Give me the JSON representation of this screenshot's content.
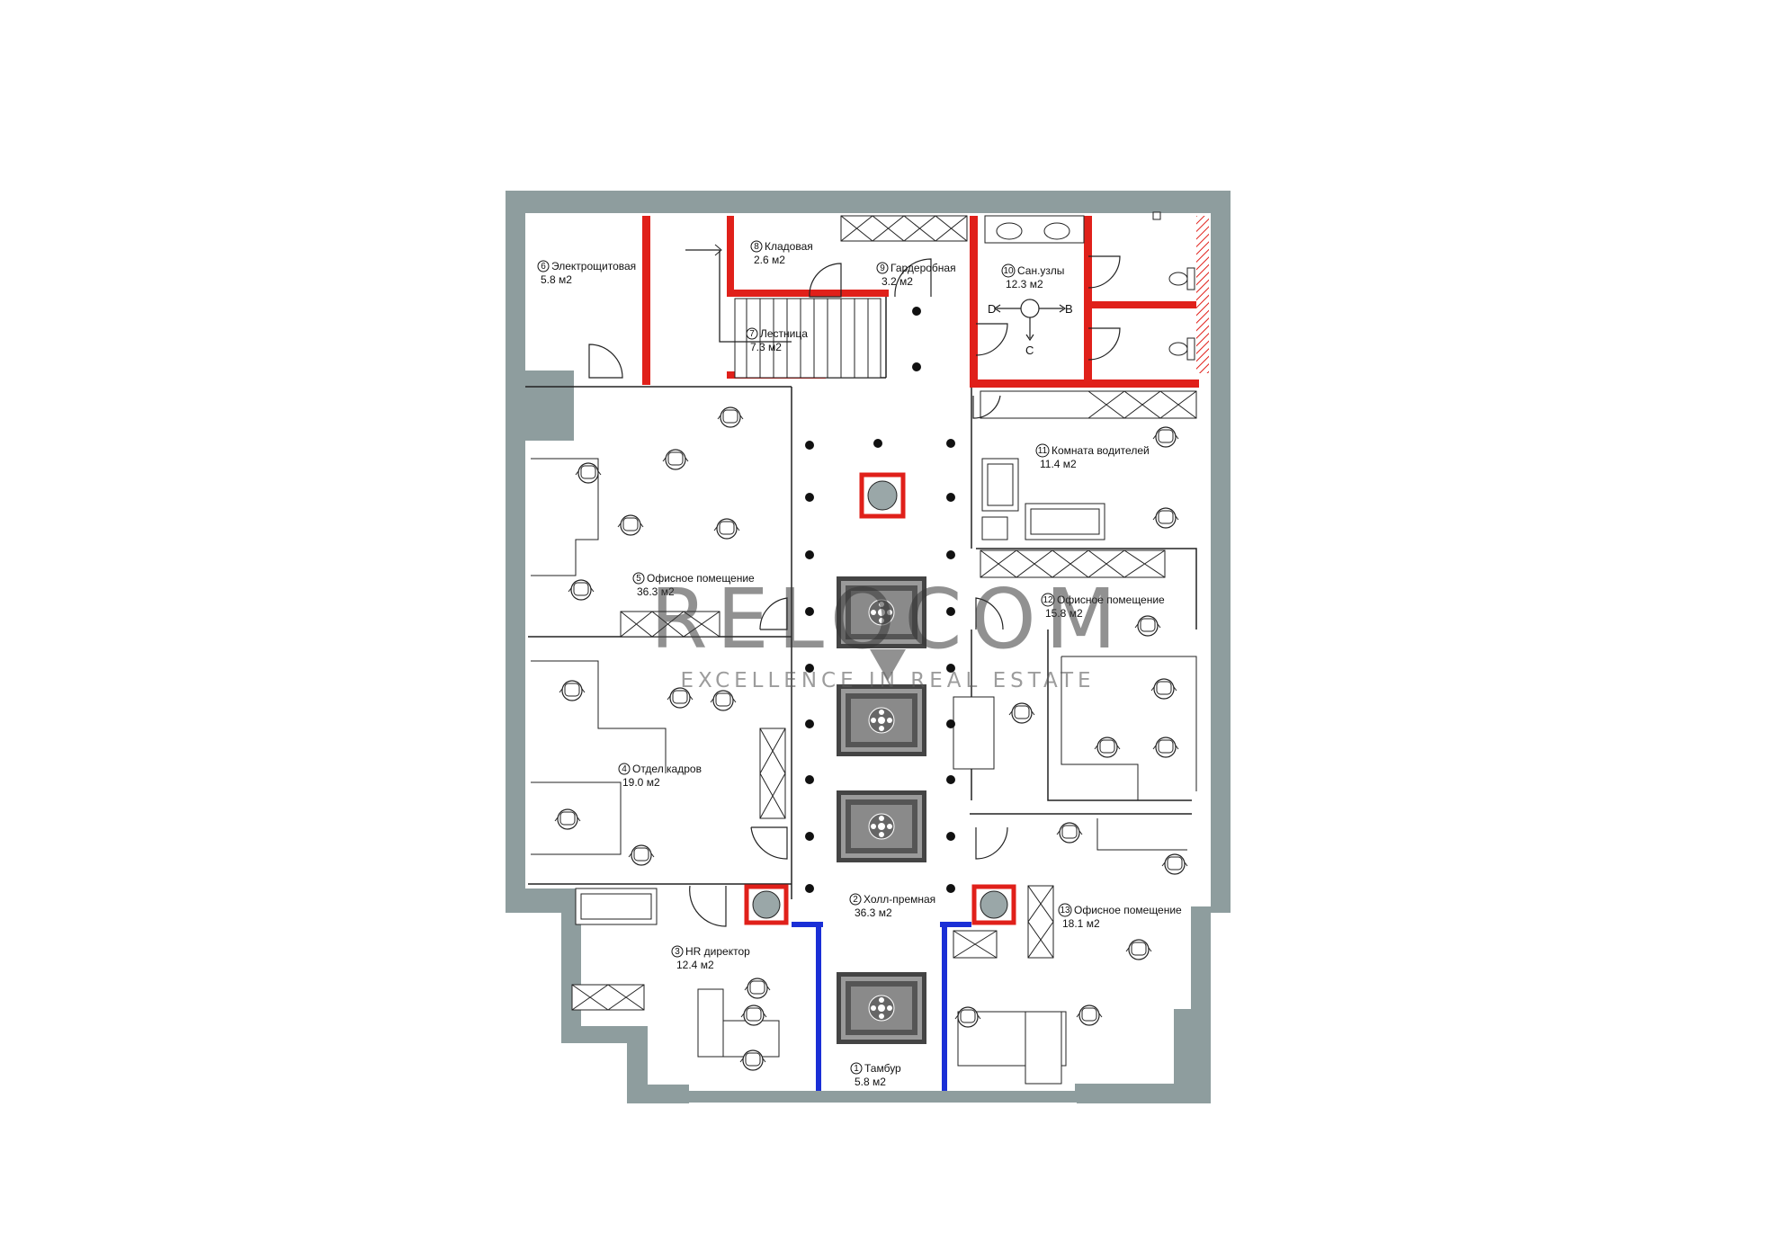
{
  "colors": {
    "wall": "#8e9d9e",
    "interior": "#ffffff",
    "partition": "#e0201a",
    "entrance": "#1a2fd6",
    "line": "#222222",
    "watermark": "#3a3a3a"
  },
  "rooms": [
    {
      "no": "1",
      "name": "Тамбур",
      "area": "5.8 м2"
    },
    {
      "no": "2",
      "name": "Холл-премная",
      "area": "36.3 м2"
    },
    {
      "no": "3",
      "name": "HR директор",
      "area": "12.4 м2"
    },
    {
      "no": "4",
      "name": "Отдел кадров",
      "area": "19.0 м2"
    },
    {
      "no": "5",
      "name": "Офисное помещение",
      "area": "36.3 м2"
    },
    {
      "no": "6",
      "name": "Электрощитовая",
      "area": "5.8 м2"
    },
    {
      "no": "7",
      "name": "Лестница",
      "area": "7.3 м2"
    },
    {
      "no": "8",
      "name": "Кладовая",
      "area": "2.6 м2"
    },
    {
      "no": "9",
      "name": "Гардеробная",
      "area": "3.2 м2"
    },
    {
      "no": "10",
      "name": "Сан.узлы",
      "area": "12.3 м2"
    },
    {
      "no": "11",
      "name": "Комната водителей",
      "area": "11.4 м2"
    },
    {
      "no": "12",
      "name": "Офисное помещение",
      "area": "15.8 м2"
    },
    {
      "no": "13",
      "name": "Офисное помещение",
      "area": "18.1 м2"
    }
  ],
  "orientation": {
    "d": "D",
    "b": "B",
    "c": "C"
  },
  "watermark": {
    "brand": "RELOCOM",
    "tagline": "EXCELLENCE IN REAL ESTATE"
  }
}
